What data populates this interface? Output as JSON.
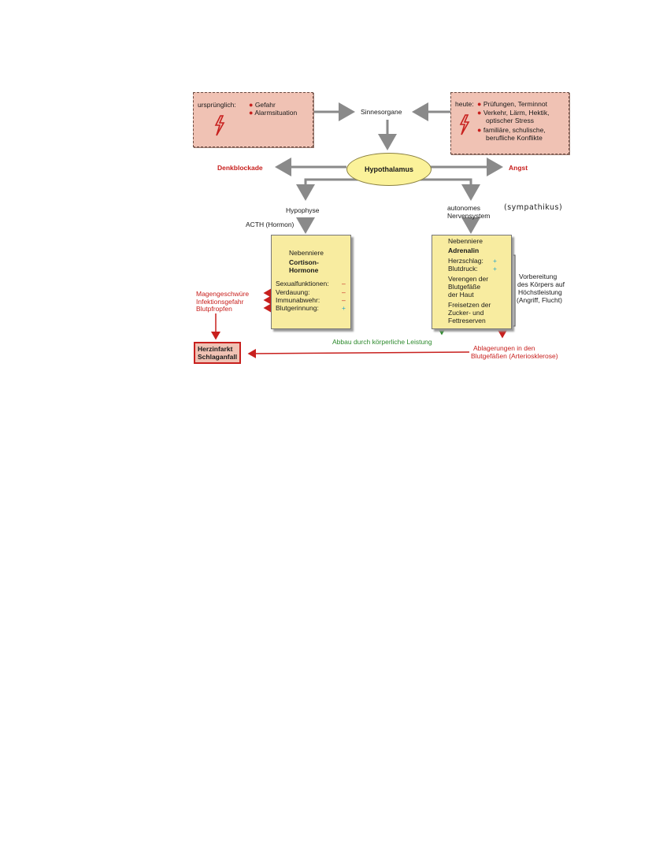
{
  "top_left": {
    "label": "ursprünglich:",
    "items": [
      "Gefahr",
      "Alarmsituation"
    ]
  },
  "top_center": "Sinnesorgane",
  "top_right": {
    "label": "heute:",
    "items": [
      "Prüfungen, Terminnot",
      "Verkehr, Lärm, Hektik,",
      "optischer Stress",
      "familiäre, schulische,",
      "berufliche Konflikte"
    ]
  },
  "center": {
    "left": "Denkblockade",
    "main": "Hypothalamus",
    "right": "Angst"
  },
  "left_branch": {
    "hypophyse": "Hypophyse",
    "acth": "ACTH (Hormon)",
    "box_title": "Nebenniere",
    "box_hormone_1": "Cortison-",
    "box_hormone_2": "Hormone",
    "rows": [
      {
        "label": "Sexualfunktionen:",
        "sign": "–"
      },
      {
        "label": "Verdauung:",
        "sign": "–"
      },
      {
        "label": "Immunabwehr:",
        "sign": "–"
      },
      {
        "label": "Blutgerinnung:",
        "sign": "+"
      }
    ],
    "effects": [
      "Magengeschwüre",
      "Infektionsgefahr",
      "Blutpfropfen"
    ]
  },
  "right_branch": {
    "nerv_1": "autonomes",
    "nerv_2": "Nervensystem",
    "handwritten": "(sympathikus)",
    "box_title": "Nebenniere",
    "box_hormone": "Adrenalin",
    "herzschlag": "Herzschlag:",
    "blutdruck": "Blutdruck:",
    "plus": "+",
    "verengen": [
      "Verengen der",
      "Blutgefäße",
      "der Haut"
    ],
    "freisetzen": [
      "Freisetzen der",
      "Zucker- und",
      "Fettreserven"
    ],
    "vorbereitung": [
      "Vorbereitung",
      "des Körpers auf",
      "Höchstleistung",
      "(Angriff, Flucht)"
    ]
  },
  "bottom": {
    "herz_1": "Herzinfarkt",
    "herz_2": "Schlaganfall",
    "abbau": "Abbau durch körperliche Leistung",
    "ablagerungen_1": "Ablagerungen in den",
    "ablagerungen_2": "Blutgefäßen (Arteriosklerose)"
  },
  "colors": {
    "arrow_gray": "#8a8a8a",
    "arrow_red": "#c8201e",
    "arrow_green": "#2d8a2d"
  }
}
